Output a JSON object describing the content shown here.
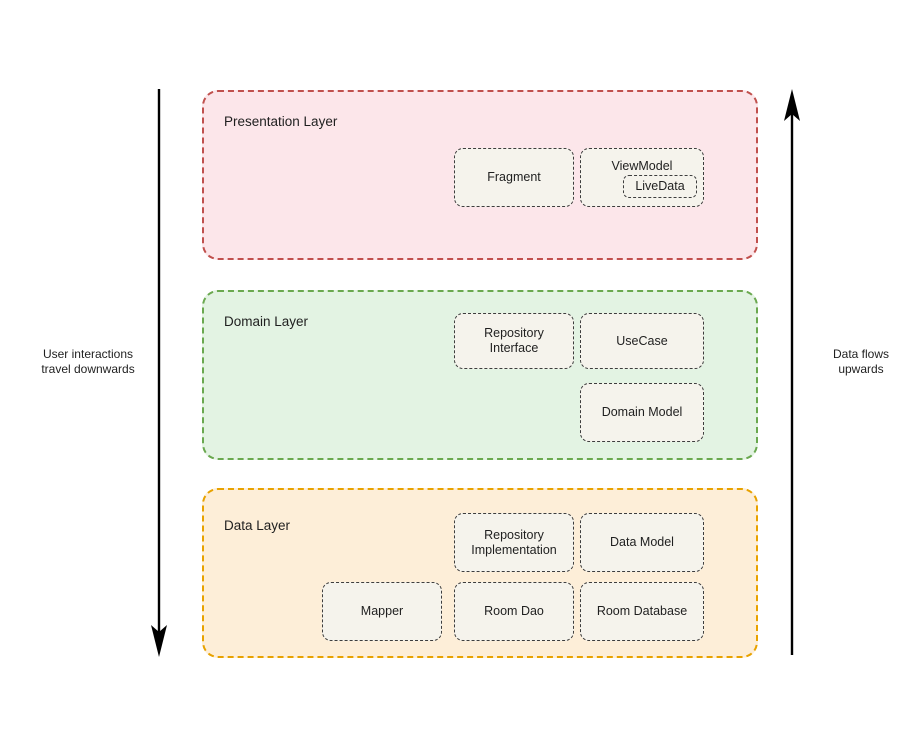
{
  "diagram": {
    "title_hidden": "",
    "side_labels": {
      "left": "User interactions\ntravel downwards",
      "right": "Data flows\nupwards"
    },
    "arrows": {
      "left": {
        "name": "downward-arrow",
        "direction": "down"
      },
      "right": {
        "name": "upward-arrow",
        "direction": "up"
      }
    },
    "colors": {
      "presentation_bg": "#fce6ea",
      "presentation_border": "#c0504d",
      "domain_bg": "#e3f3e3",
      "domain_border": "#6aa84f",
      "data_bg": "#fdeed8",
      "data_border": "#e8a200",
      "node_bg": "#f5f3ec",
      "node_border": "#3d3d3d",
      "arrow": "#000000"
    },
    "layers": [
      {
        "id": "presentation",
        "title": "Presentation Layer",
        "nodes": [
          {
            "label": "Fragment"
          },
          {
            "label": "ViewModel",
            "child": "LiveData"
          }
        ]
      },
      {
        "id": "domain",
        "title": "Domain Layer",
        "nodes": [
          {
            "label": "Repository\nInterface"
          },
          {
            "label": "UseCase"
          },
          {
            "label": "Domain Model"
          }
        ]
      },
      {
        "id": "data",
        "title": "Data Layer",
        "nodes": [
          {
            "label": "Repository\nImplementation"
          },
          {
            "label": "Data Model"
          },
          {
            "label": "Mapper"
          },
          {
            "label": "Room Dao"
          },
          {
            "label": "Room Database"
          }
        ]
      }
    ]
  }
}
